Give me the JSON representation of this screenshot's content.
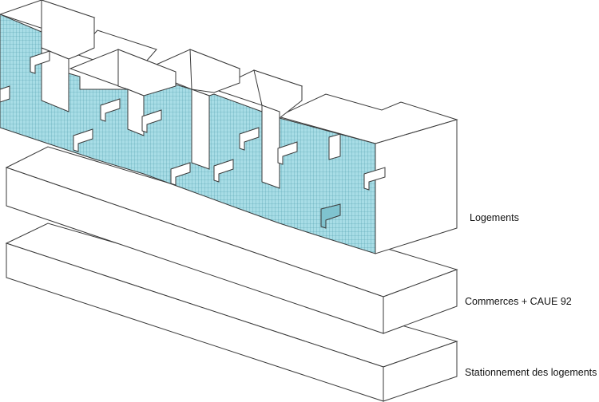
{
  "layers": [
    {
      "id": "housing",
      "label": "Logements"
    },
    {
      "id": "commerce",
      "label": "Commerces + CAUE 92"
    },
    {
      "id": "parking",
      "label": "Stationnement des logements"
    }
  ],
  "colors": {
    "background": "#ffffff",
    "line": "#3a3a3a",
    "face": "#ffffff",
    "facade_fill": "#a8dde6",
    "facade_grid": "#4a9aa8",
    "window_recess": "#7fc3cf"
  }
}
